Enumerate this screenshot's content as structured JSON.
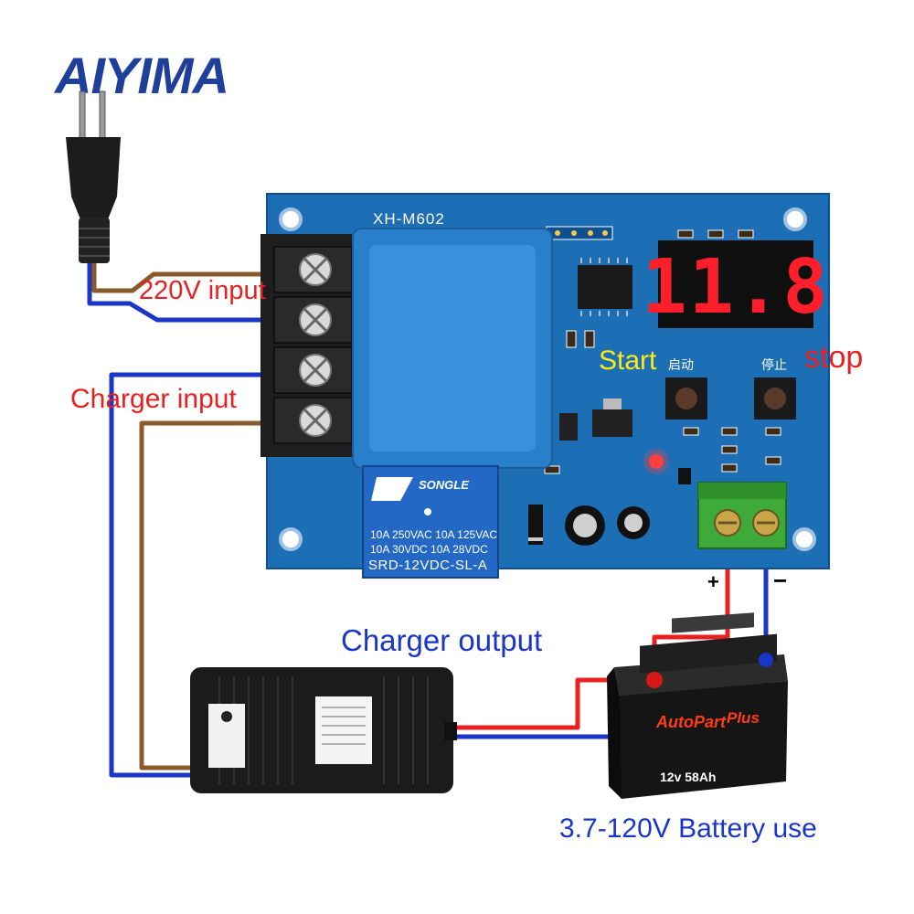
{
  "logo": {
    "text": "AIYIMA",
    "color": "#1f3f9a"
  },
  "board": {
    "model": "XH-M602",
    "color": "#1d6fb5"
  },
  "display": {
    "reading": "11.8",
    "color": "#ff1f2a"
  },
  "labels": {
    "input_220v": "220V input",
    "charger_input": "Charger input",
    "start": "Start",
    "stop": "stop",
    "start_cn": "启动",
    "stop_cn": "停止",
    "charger_output": "Charger output",
    "battery_use": "3.7-120V Battery use",
    "plus": "+",
    "minus": "−"
  },
  "relay": {
    "brand": "SONGLE",
    "spec_line1": "10A 250VAC  10A 125VAC",
    "spec_line2": "10A 30VDC   10A 28VDC",
    "model": "SRD-12VDC-SL-A"
  },
  "battery": {
    "brand": "AutoPart",
    "brand2": "Plus",
    "rating": "12v 58Ah"
  },
  "wire_colors": {
    "brown": "#8a5a2b",
    "blue": "#1a36c8",
    "red": "#e82020"
  },
  "icons": [
    "power-plug-icon",
    "transformer-icon",
    "relay-icon",
    "charger-icon",
    "battery-icon"
  ]
}
